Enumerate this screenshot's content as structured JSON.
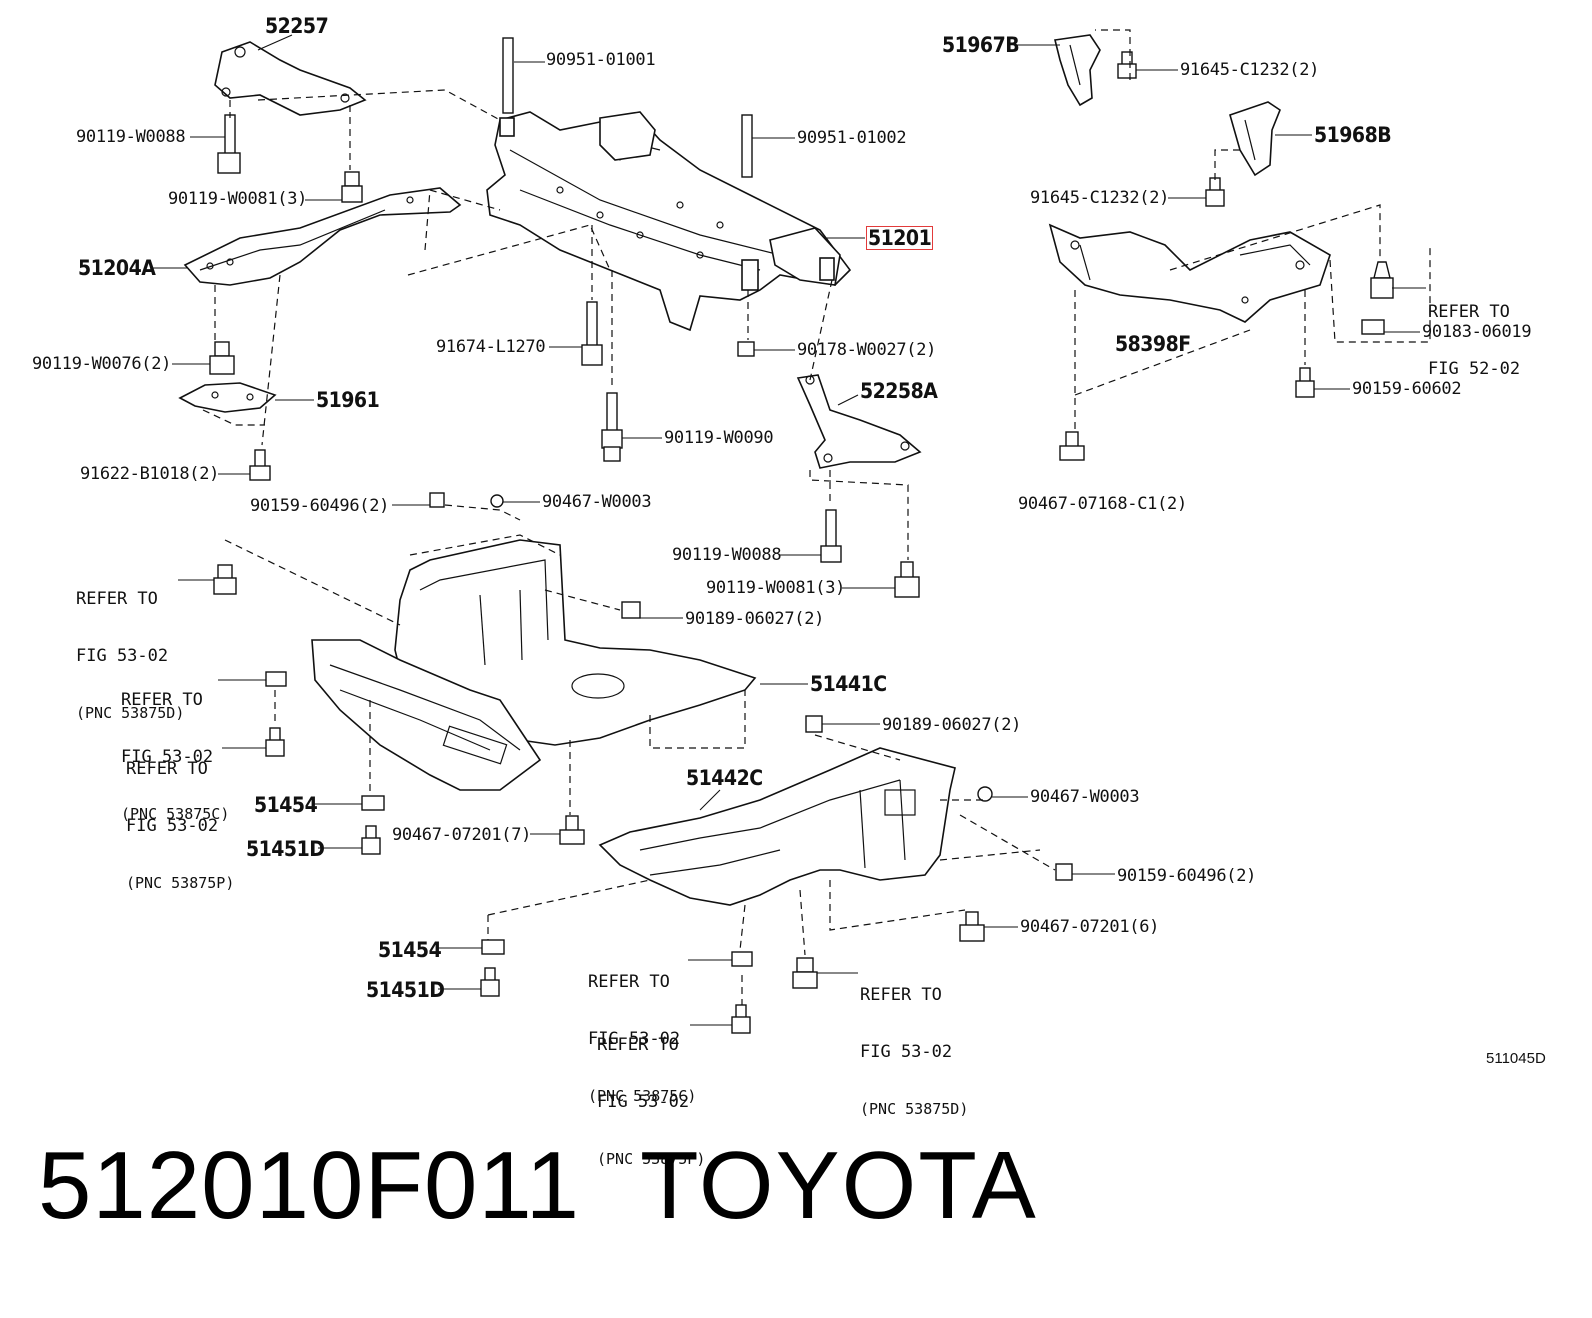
{
  "labels": {
    "p52257": "52257",
    "p90951a": "90951-01001",
    "p51967b": "51967B",
    "p91645a": "91645-C1232(2)",
    "p90119w0088a": "90119-W0088",
    "p90951b": "90951-01002",
    "p51968b": "51968B",
    "p90119w0081a": "90119-W0081(3)",
    "p91645b": "91645-C1232(2)",
    "p51201": "51201",
    "p51204a": "51204A",
    "p90183": "90183-06019",
    "p91674": "91674-L1270",
    "p90178": "90178-W0027(2)",
    "p58398f": "58398F",
    "p90119w0076": "90119-W0076(2)",
    "p52258a": "52258A",
    "p90159a": "90159-60602",
    "p51961": "51961",
    "p90119w0090": "90119-W0090",
    "p91622": "91622-B1018(2)",
    "p90467c1": "90467-07168-C1(2)",
    "p90159b": "90159-60496(2)",
    "p90467w3a": "90467-W0003",
    "p90119w0088b": "90119-W0088",
    "p90119w0081b": "90119-W0081(3)",
    "p90189a": "90189-06027(2)",
    "p51441c": "51441C",
    "p90189b": "90189-06027(2)",
    "p51442c": "51442C",
    "p51454a": "51454",
    "p90467w3b": "90467-W0003",
    "p51451da": "51451D",
    "p90467_7201a": "90467-07201(7)",
    "p90159c": "90159-60496(2)",
    "p90467_7201b": "90467-07201(6)",
    "p51454b": "51454",
    "p51451db": "51451D"
  },
  "refs": {
    "r5202": {
      "line1": "REFER TO",
      "line2": "FIG 52-02"
    },
    "r53d_a": {
      "line1": "REFER TO",
      "line2": "FIG 53-02",
      "line3": "(PNC 53875D)"
    },
    "r53c_a": {
      "line1": "REFER TO",
      "line2": "FIG 53-02",
      "line3": "(PNC 53875C)"
    },
    "r53p_a": {
      "line1": "REFER TO",
      "line2": "FIG 53-02",
      "line3": "(PNC 53875P)"
    },
    "r53c_b": {
      "line1": "REFER TO",
      "line2": "FIG 53-02",
      "line3": "(PNC 53875C)"
    },
    "r53d_b": {
      "line1": "REFER TO",
      "line2": "FIG 53-02",
      "line3": "(PNC 53875D)"
    },
    "r53p_b": {
      "line1": "REFER TO",
      "line2": "FIG 53-02",
      "line3": "(PNC 53875P)"
    }
  },
  "figure_id": "511045D",
  "footer": {
    "part_number": "512010F011",
    "brand": "TOYOTA"
  },
  "highlight_color": "#e23b3b"
}
